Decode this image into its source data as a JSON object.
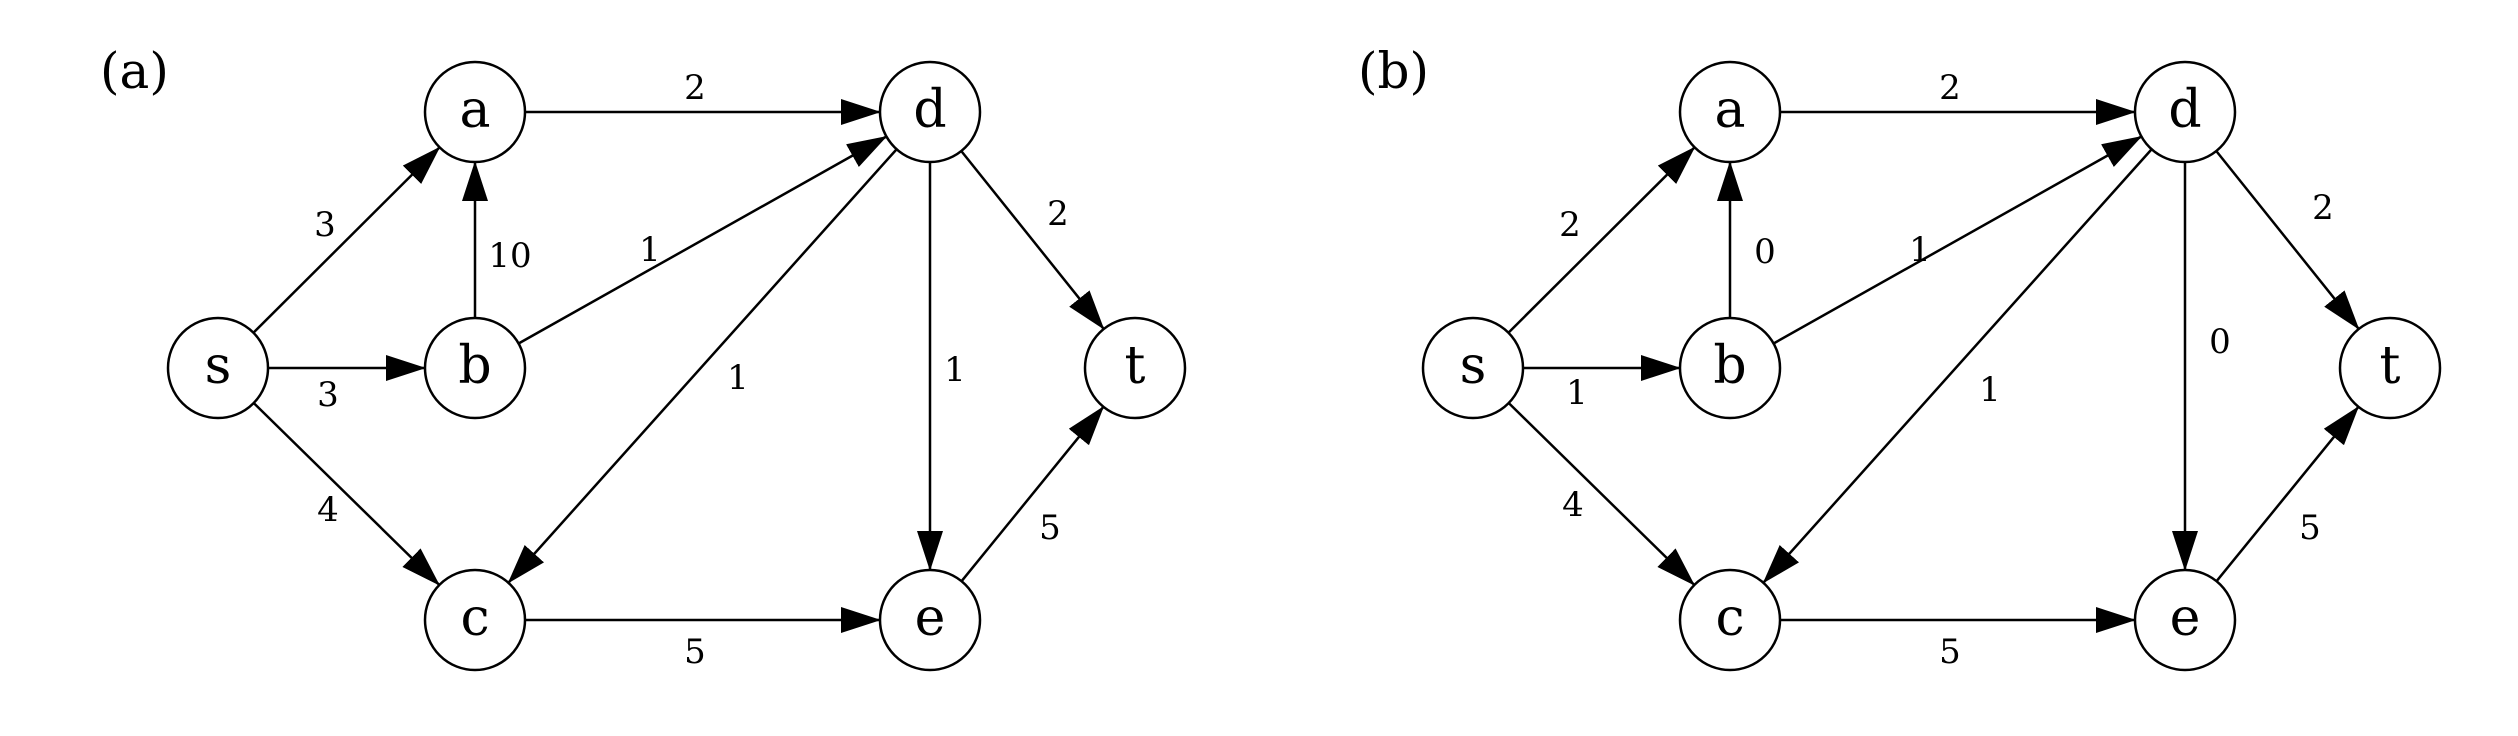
{
  "panels": [
    {
      "id": "a",
      "label": "(a)",
      "nodes": [
        "s",
        "a",
        "b",
        "c",
        "d",
        "e",
        "t"
      ],
      "edges": [
        {
          "from": "s",
          "to": "a",
          "weight": "3"
        },
        {
          "from": "s",
          "to": "b",
          "weight": "3"
        },
        {
          "from": "s",
          "to": "c",
          "weight": "4"
        },
        {
          "from": "b",
          "to": "a",
          "weight": "10"
        },
        {
          "from": "a",
          "to": "d",
          "weight": "2"
        },
        {
          "from": "b",
          "to": "d",
          "weight": "1"
        },
        {
          "from": "d",
          "to": "c",
          "weight": "1"
        },
        {
          "from": "d",
          "to": "e",
          "weight": "1"
        },
        {
          "from": "d",
          "to": "t",
          "weight": "2"
        },
        {
          "from": "c",
          "to": "e",
          "weight": "5"
        },
        {
          "from": "e",
          "to": "t",
          "weight": "5"
        }
      ]
    },
    {
      "id": "b",
      "label": "(b)",
      "nodes": [
        "s",
        "a",
        "b",
        "c",
        "d",
        "e",
        "t"
      ],
      "edges": [
        {
          "from": "s",
          "to": "a",
          "weight": "2"
        },
        {
          "from": "s",
          "to": "b",
          "weight": "1"
        },
        {
          "from": "s",
          "to": "c",
          "weight": "4"
        },
        {
          "from": "b",
          "to": "a",
          "weight": "0"
        },
        {
          "from": "a",
          "to": "d",
          "weight": "2"
        },
        {
          "from": "b",
          "to": "d",
          "weight": "1"
        },
        {
          "from": "d",
          "to": "c",
          "weight": "1"
        },
        {
          "from": "d",
          "to": "e",
          "weight": "0"
        },
        {
          "from": "d",
          "to": "t",
          "weight": "2"
        },
        {
          "from": "c",
          "to": "e",
          "weight": "5"
        },
        {
          "from": "e",
          "to": "t",
          "weight": "5"
        }
      ]
    }
  ]
}
